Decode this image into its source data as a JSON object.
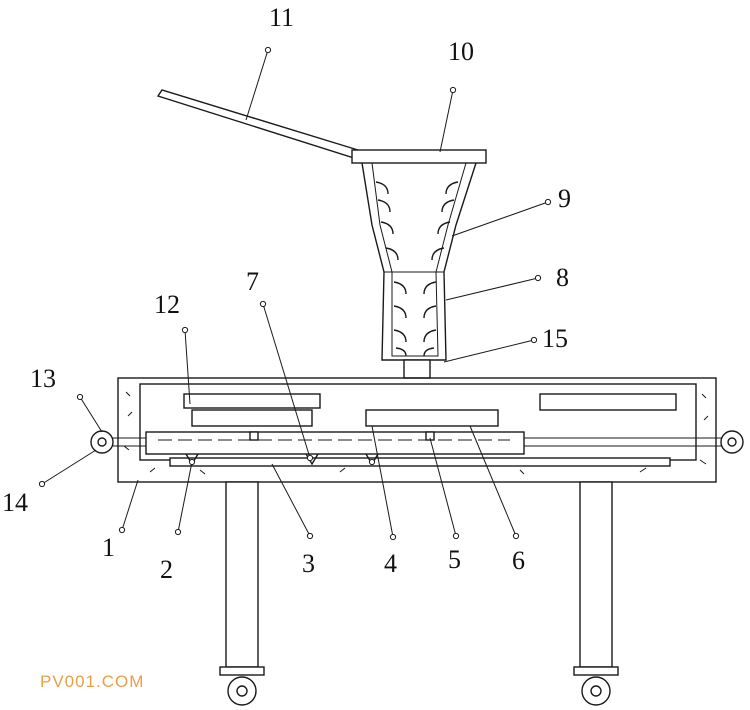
{
  "labels": {
    "l1": "1",
    "l2": "2",
    "l3": "3",
    "l4": "4",
    "l5": "5",
    "l6": "6",
    "l7": "7",
    "l8": "8",
    "l9": "9",
    "l10": "10",
    "l11": "11",
    "l12": "12",
    "l13": "13",
    "l14": "14",
    "l15": "15"
  },
  "watermark": "PV001.COM",
  "colors": {
    "line": "#1a1a1a",
    "watermark": "#e8a046"
  }
}
